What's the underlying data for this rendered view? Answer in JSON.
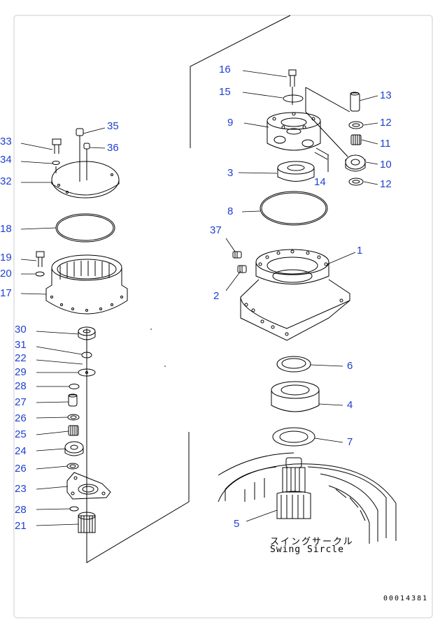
{
  "diagram": {
    "caption_jp": "スイングサークル",
    "caption_en": "Swing Sircle",
    "drawing_number": "00014381",
    "callouts": [
      {
        "key": "c16",
        "label": "16"
      },
      {
        "key": "c15",
        "label": "15"
      },
      {
        "key": "c13",
        "label": "13"
      },
      {
        "key": "c9",
        "label": "9"
      },
      {
        "key": "c12a",
        "label": "12"
      },
      {
        "key": "c11",
        "label": "11"
      },
      {
        "key": "c10",
        "label": "10"
      },
      {
        "key": "c3",
        "label": "3"
      },
      {
        "key": "c14",
        "label": "14"
      },
      {
        "key": "c12b",
        "label": "12"
      },
      {
        "key": "c8",
        "label": "8"
      },
      {
        "key": "c37",
        "label": "37"
      },
      {
        "key": "c1",
        "label": "1"
      },
      {
        "key": "c2",
        "label": "2"
      },
      {
        "key": "c6",
        "label": "6"
      },
      {
        "key": "c4",
        "label": "4"
      },
      {
        "key": "c7",
        "label": "7"
      },
      {
        "key": "c5",
        "label": "5"
      },
      {
        "key": "c33",
        "label": "33"
      },
      {
        "key": "c35",
        "label": "35"
      },
      {
        "key": "c34",
        "label": "34"
      },
      {
        "key": "c36",
        "label": "36"
      },
      {
        "key": "c32",
        "label": "32"
      },
      {
        "key": "c18",
        "label": "18"
      },
      {
        "key": "c19",
        "label": "19"
      },
      {
        "key": "c20",
        "label": "20"
      },
      {
        "key": "c17",
        "label": "17"
      },
      {
        "key": "c30",
        "label": "30"
      },
      {
        "key": "c31",
        "label": "31"
      },
      {
        "key": "c22",
        "label": "22"
      },
      {
        "key": "c29",
        "label": "29"
      },
      {
        "key": "c28a",
        "label": "28"
      },
      {
        "key": "c27",
        "label": "27"
      },
      {
        "key": "c26a",
        "label": "26"
      },
      {
        "key": "c25",
        "label": "25"
      },
      {
        "key": "c24",
        "label": "24"
      },
      {
        "key": "c26b",
        "label": "26"
      },
      {
        "key": "c23",
        "label": "23"
      },
      {
        "key": "c28b",
        "label": "28"
      },
      {
        "key": "c21",
        "label": "21"
      }
    ]
  }
}
